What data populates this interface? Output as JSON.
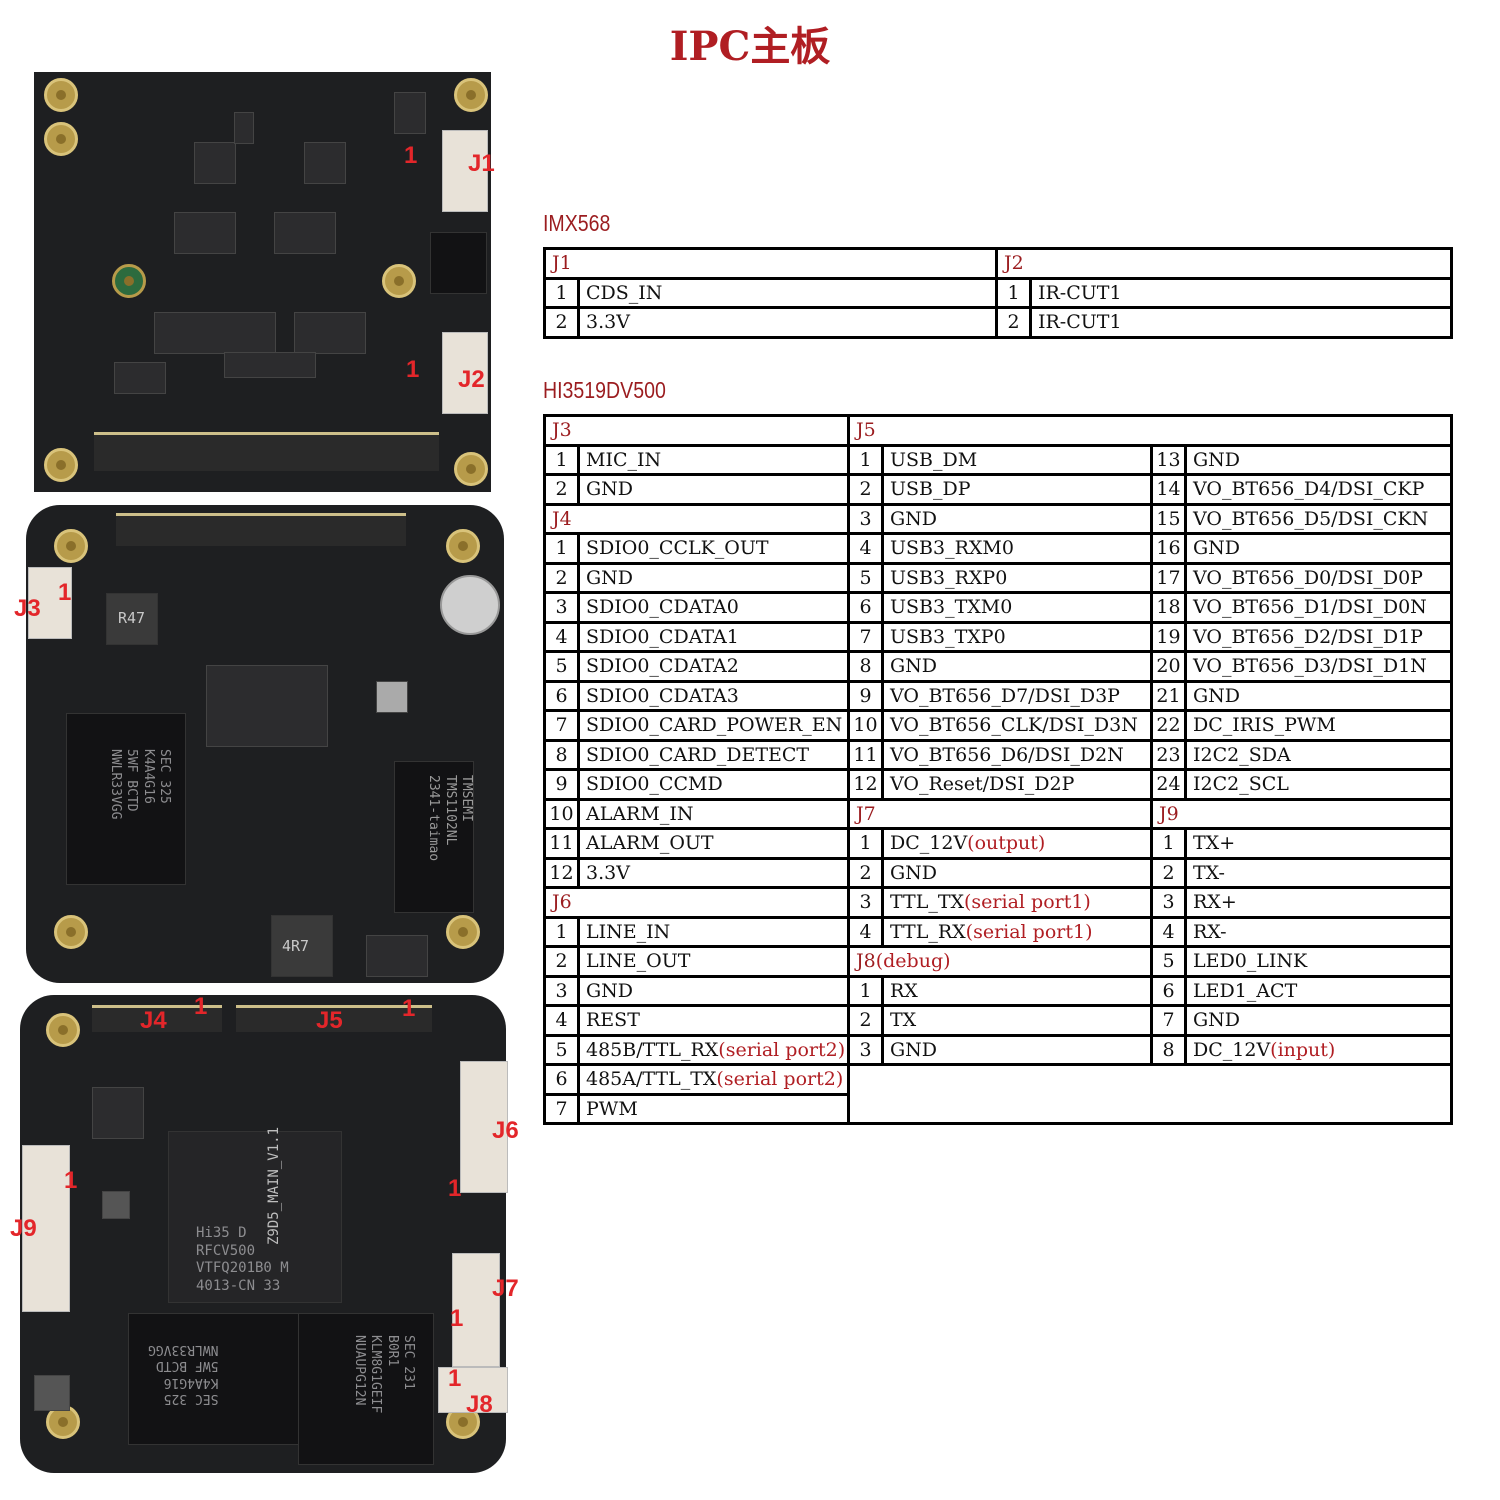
{
  "title": "IPC主板",
  "board_labels": {
    "j1": "J1",
    "j2": "J2",
    "j3": "J3",
    "j4": "J4",
    "j5": "J5",
    "j6": "J6",
    "j7": "J7",
    "j8": "J8",
    "j9": "J9",
    "pin1": "1"
  },
  "chip_text": {
    "soc": "Hi35 D\nRFCV500\nVTFQ201B0 M\n4013-CN 33",
    "phy": "TMSEMI\nTMS1102NL\n2341-taimao",
    "board_name": "Z9D5_MAIN_V1.1",
    "inductor1": "R47",
    "inductor2": "4R7",
    "emmc": "SEC 231\nB0R1\nKLM8G1GEIF\nNUAUPG12N",
    "ddr": "SEC 325\nK4A4G16\n5WF BCTD\nNWLR33VGG"
  },
  "sections": {
    "imx": "IMX568",
    "hi": "HI3519DV500"
  },
  "imx_table": {
    "j1": {
      "header": "J1",
      "rows": [
        [
          "1",
          "CDS_IN"
        ],
        [
          "2",
          "3.3V"
        ]
      ]
    },
    "j2": {
      "header": "J2",
      "rows": [
        [
          "1",
          "IR-CUT1"
        ],
        [
          "2",
          "IR-CUT1"
        ]
      ]
    }
  },
  "hi_table": {
    "j3": {
      "header": "J3",
      "rows": [
        [
          "1",
          "MIC_IN"
        ],
        [
          "2",
          "GND"
        ]
      ]
    },
    "j4": {
      "header": "J4",
      "rows": [
        [
          "1",
          "SDIO0_CCLK_OUT"
        ],
        [
          "2",
          "GND"
        ],
        [
          "3",
          "SDIO0_CDATA0"
        ],
        [
          "4",
          "SDIO0_CDATA1"
        ],
        [
          "5",
          "SDIO0_CDATA2"
        ],
        [
          "6",
          "SDIO0_CDATA3"
        ],
        [
          "7",
          "SDIO0_CARD_POWER_EN"
        ],
        [
          "8",
          "SDIO0_CARD_DETECT"
        ],
        [
          "9",
          "SDIO0_CCMD"
        ],
        [
          "10",
          "ALARM_IN"
        ],
        [
          "11",
          "ALARM_OUT"
        ],
        [
          "12",
          "3.3V"
        ]
      ]
    },
    "j6": {
      "header": "J6",
      "rows": [
        [
          "1",
          "LINE_IN",
          ""
        ],
        [
          "2",
          "LINE_OUT",
          ""
        ],
        [
          "3",
          "GND",
          ""
        ],
        [
          "4",
          "REST",
          ""
        ],
        [
          "5",
          "485B/TTL_RX",
          "(serial port2)"
        ],
        [
          "6",
          "485A/TTL_TX",
          "(serial port2)"
        ],
        [
          "7",
          "PWM",
          ""
        ]
      ]
    },
    "j5": {
      "header": "J5",
      "rows": [
        [
          "1",
          "USB_DM"
        ],
        [
          "2",
          "USB_DP"
        ],
        [
          "3",
          "GND"
        ],
        [
          "4",
          "USB3_RXM0"
        ],
        [
          "5",
          "USB3_RXP0"
        ],
        [
          "6",
          "USB3_TXM0"
        ],
        [
          "7",
          "USB3_TXP0"
        ],
        [
          "8",
          "GND"
        ],
        [
          "9",
          "VO_BT656_D7/DSI_D3P"
        ],
        [
          "10",
          "VO_BT656_CLK/DSI_D3N"
        ],
        [
          "11",
          "VO_BT656_D6/DSI_D2N"
        ],
        [
          "12",
          "VO_Reset/DSI_D2P"
        ]
      ]
    },
    "j5b": {
      "rows": [
        [
          "13",
          "GND"
        ],
        [
          "14",
          "VO_BT656_D4/DSI_CKP"
        ],
        [
          "15",
          "VO_BT656_D5/DSI_CKN"
        ],
        [
          "16",
          "GND"
        ],
        [
          "17",
          "VO_BT656_D0/DSI_D0P"
        ],
        [
          "18",
          "VO_BT656_D1/DSI_D0N"
        ],
        [
          "19",
          "VO_BT656_D2/DSI_D1P"
        ],
        [
          "20",
          "VO_BT656_D3/DSI_D1N"
        ],
        [
          "21",
          "GND"
        ],
        [
          "22",
          "DC_IRIS_PWM"
        ],
        [
          "23",
          "I2C2_SDA"
        ],
        [
          "24",
          "I2C2_SCL"
        ]
      ]
    },
    "j7": {
      "header": "J7",
      "rows": [
        [
          "1",
          "DC_12V",
          "(output)"
        ],
        [
          "2",
          "GND",
          ""
        ],
        [
          "3",
          "TTL_TX",
          "(serial port1)"
        ],
        [
          "4",
          "TTL_RX",
          "(serial port1)"
        ]
      ]
    },
    "j8": {
      "header": "J8",
      "header_note": "(debug)",
      "rows": [
        [
          "1",
          "RX"
        ],
        [
          "2",
          "TX"
        ],
        [
          "3",
          "GND"
        ]
      ]
    },
    "j9": {
      "header": "J9",
      "rows": [
        [
          "1",
          "TX+",
          ""
        ],
        [
          "2",
          "TX-",
          ""
        ],
        [
          "3",
          "RX+",
          ""
        ],
        [
          "4",
          "RX-",
          ""
        ],
        [
          "5",
          "LED0_LINK",
          ""
        ],
        [
          "6",
          "LED1_ACT",
          ""
        ],
        [
          "7",
          "GND",
          ""
        ],
        [
          "8",
          "DC_12V",
          "(input)"
        ]
      ]
    }
  },
  "colors": {
    "accent_red": "#b01e23",
    "header_red": "#9b1c1f",
    "label_red": "#e3262a",
    "pcb": "#1e1f21",
    "gold": "#b79b4a"
  }
}
